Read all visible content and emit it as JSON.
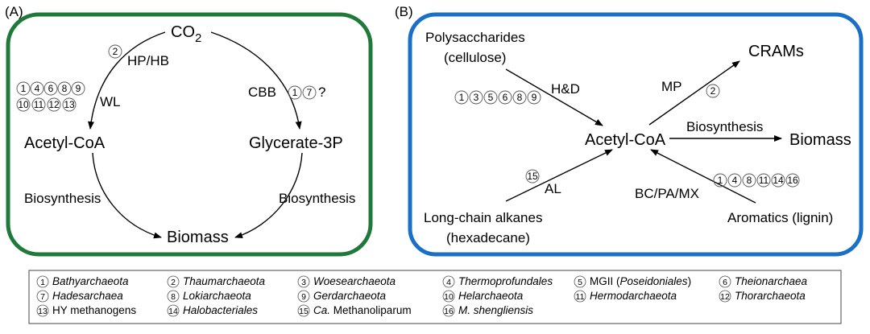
{
  "panelA": {
    "label": "(A)",
    "border_color": "#1f7a3a",
    "nodes": {
      "co2": "CO",
      "co2_sub": "2",
      "acetyl": "Acetyl-CoA",
      "glycerate": "Glycerate-3P",
      "biomass": "Biomass"
    },
    "pathways": {
      "hphb": "HP/HB",
      "wl": "WL",
      "cbb": "CBB",
      "bio_left": "Biosynthesis",
      "bio_right": "Biosynthesis",
      "question": "?"
    },
    "circles": {
      "hphb": [
        "②"
      ],
      "wl_row1": [
        "①",
        "④",
        "⑥",
        "⑧",
        "⑨"
      ],
      "wl_row2": [
        "⑩",
        "⑪",
        "⑫",
        "⑬"
      ],
      "cbb": [
        "①",
        "⑦"
      ]
    }
  },
  "panelB": {
    "label": "(B)",
    "border_color": "#1a6fc7",
    "nodes": {
      "poly1": "Polysaccharides",
      "poly2": "(cellulose)",
      "crams": "CRAMs",
      "acetyl": "Acetyl-CoA",
      "biomass": "Biomass",
      "alk1": "Long-chain alkanes",
      "alk2": "(hexadecane)",
      "arom": "Aromatics (lignin)"
    },
    "pathways": {
      "hd": "H&D",
      "mp": "MP",
      "biosynth": "Biosynthesis",
      "al": "AL",
      "bc": "BC/PA/MX"
    },
    "circles": {
      "hd": [
        "①",
        "③",
        "⑤",
        "⑥",
        "⑧",
        "⑨"
      ],
      "mp": [
        "②"
      ],
      "al": [
        "⑮"
      ],
      "arom": [
        "①",
        "④",
        "⑧",
        "⑪",
        "⑭",
        "⑯"
      ]
    }
  },
  "legend": {
    "items": [
      {
        "num": "①",
        "name": "Bathyarchaeota",
        "style": "italic"
      },
      {
        "num": "②",
        "name": "Thaumarchaeota",
        "style": "italic"
      },
      {
        "num": "③",
        "name": "Woesearchaeota",
        "style": "italic"
      },
      {
        "num": "④",
        "name": "Thermoprofundales",
        "style": "italic"
      },
      {
        "num": "⑤",
        "pre": "MGII (",
        "name": "Poseidoniales",
        "post": ")",
        "style": "mixed"
      },
      {
        "num": "⑥",
        "name": "Theionarchaea",
        "style": "italic"
      },
      {
        "num": "⑦",
        "name": "Hadesarchaea",
        "style": "italic"
      },
      {
        "num": "⑧",
        "name": "Lokiarchaeota",
        "style": "italic"
      },
      {
        "num": "⑨",
        "name": "Gerdarchaeota",
        "style": "italic"
      },
      {
        "num": "⑩",
        "name": "Helarchaeota",
        "style": "italic"
      },
      {
        "num": "⑪",
        "name": "Hermodarchaeota",
        "style": "italic"
      },
      {
        "num": "⑫",
        "name": "Thorarchaeota",
        "style": "italic"
      },
      {
        "num": "⑬",
        "name": "HY methanogens",
        "style": "normal"
      },
      {
        "num": "⑭",
        "name": "Halobacteriales",
        "style": "italic"
      },
      {
        "num": "⑮",
        "pre": "Ca.",
        "post": " Methanoliparum",
        "style": "ca"
      },
      {
        "num": "⑯",
        "name": "M. shengliensis",
        "style": "italic"
      }
    ]
  }
}
